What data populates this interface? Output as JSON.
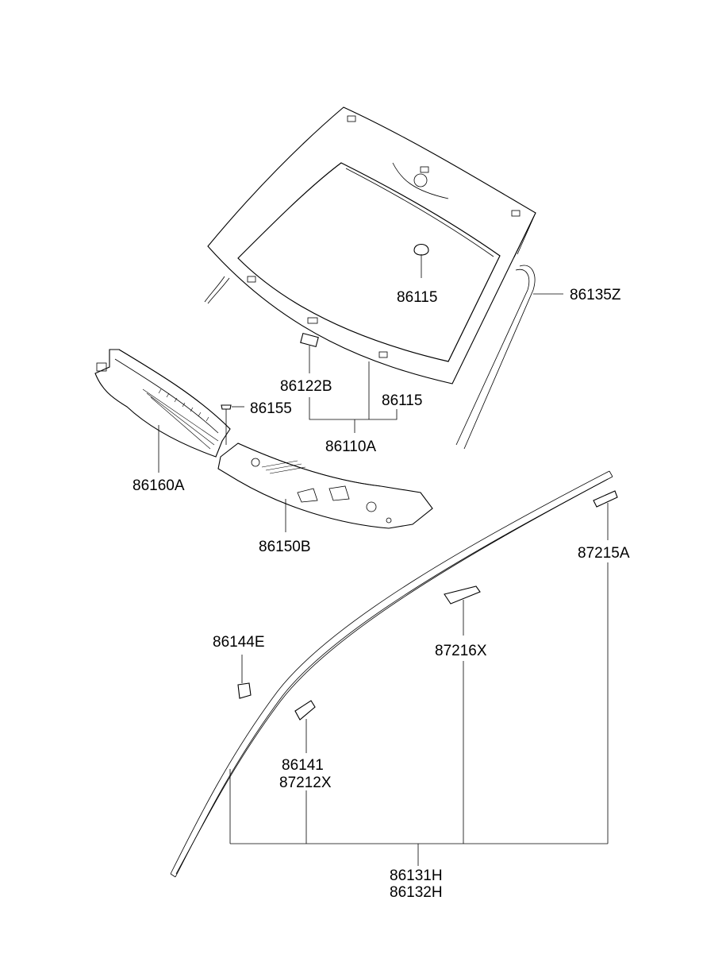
{
  "labels": {
    "p86115_top": "86115",
    "p86135Z": "86135Z",
    "p86122B": "86122B",
    "p86115_bottom": "86115",
    "p86155": "86155",
    "p86110A": "86110A",
    "p86160A": "86160A",
    "p86150B": "86150B",
    "p87215A": "87215A",
    "p86144E": "86144E",
    "p87216X": "87216X",
    "p86141": "86141",
    "p87212X": "87212X",
    "p86131H": "86131H",
    "p86132H": "86132H"
  }
}
